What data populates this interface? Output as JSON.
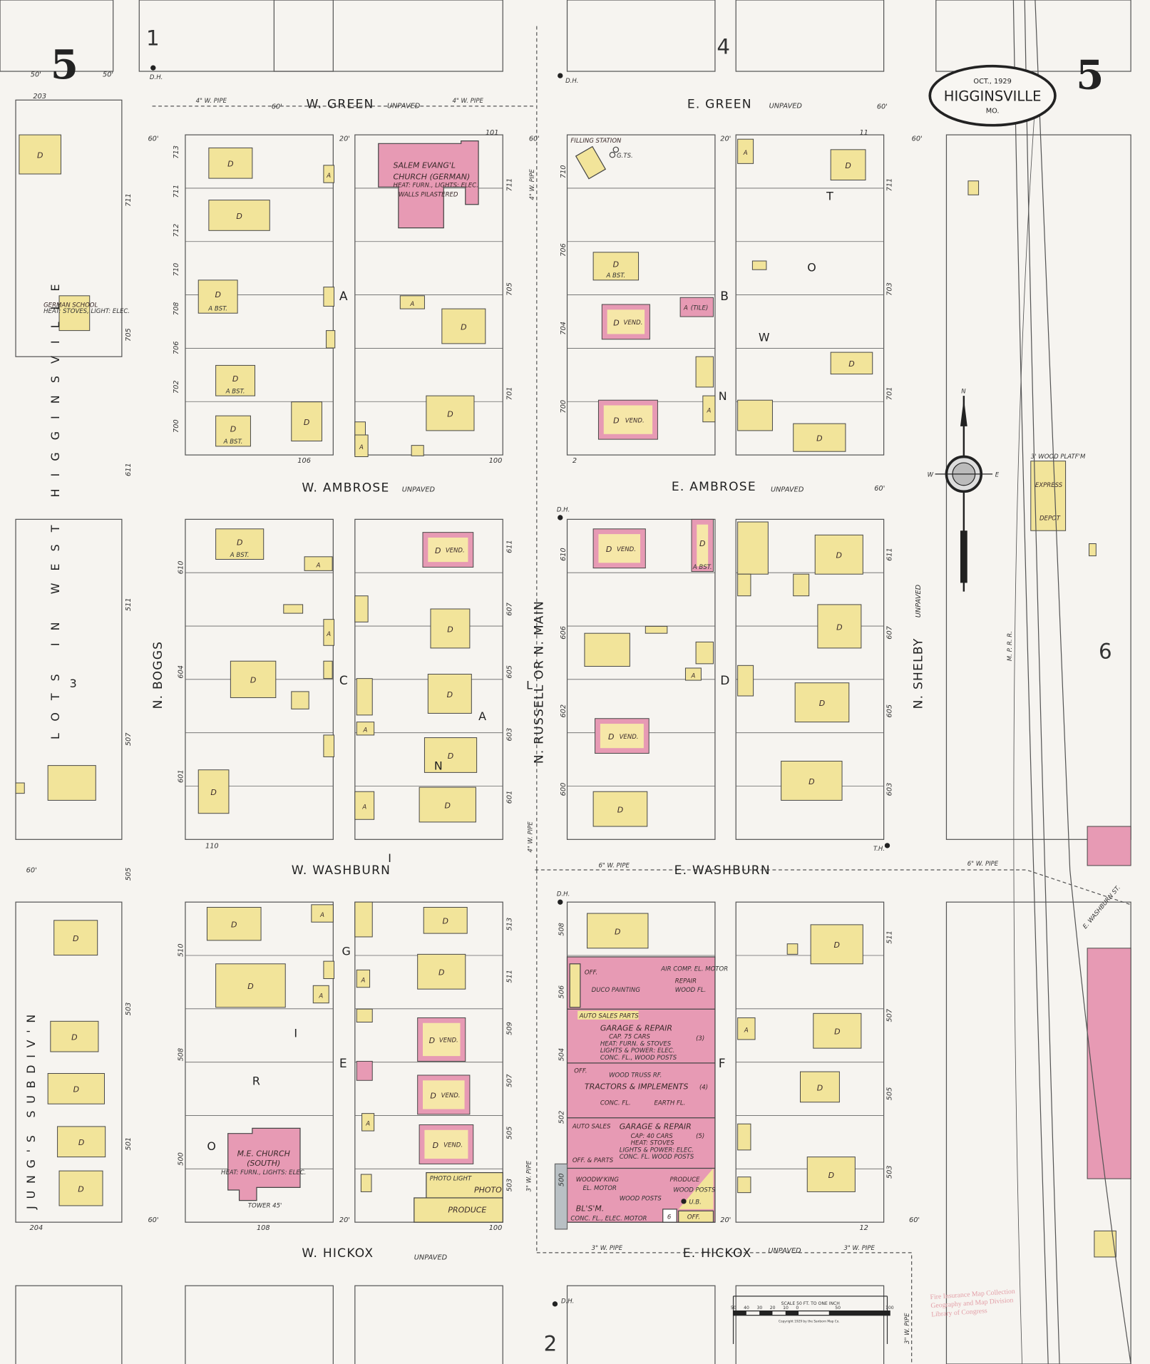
{
  "title_cartouche": {
    "date": "OCT., 1929",
    "town": "HIGGINSVILLE",
    "state": "MO."
  },
  "sheet_number": "5",
  "adjoining_sheets": {
    "top_left": "1",
    "top_center": "4",
    "right": "6",
    "bottom": "2"
  },
  "streets": {
    "w_green": "W. GREEN",
    "e_green": "E. GREEN",
    "w_ambrose": "W. AMBROSE",
    "e_ambrose": "E. AMBROSE",
    "w_washburn": "W. WASHBURN",
    "e_washburn": "E. WASHBURN",
    "w_hickox": "W. HICKOX",
    "e_hickox": "E. HICKOX",
    "n_boggs": "N. BOGGS",
    "n_russell": "N. RUSSELL OR N. MAIN",
    "n_shelby": "N. SHELBY",
    "e_washburn_st": "E. WASHBURN ST.",
    "unpaved": "UNPAVED"
  },
  "railroad": "M. P. R. R.",
  "areas": {
    "west_higginsville": "LOTS IN WEST HIGGINSVILLE",
    "west_higginsville_block": "3",
    "jungs_subdiv": "JUNG'S SUBDIV'N",
    "original_town_west": [
      "O",
      "R",
      "I",
      "G",
      "I",
      "N",
      "A",
      "L"
    ],
    "original_town_east": [
      "T",
      "O",
      "W",
      "N"
    ]
  },
  "blocks": [
    "A",
    "B",
    "C",
    "D",
    "E",
    "F"
  ],
  "water_pipes": {
    "four_inch": "4\" W. PIPE",
    "six_inch": "6\" W. PIPE",
    "three_inch": "3\" W. PIPE"
  },
  "hydrants": {
    "dh": "D.H.",
    "th": "T.H."
  },
  "widths": {
    "sixty": "60'",
    "fifty": "50'",
    "twenty": "20'"
  },
  "marks": {
    "dwelling": "D",
    "auto": "A",
    "vend": "VEND.",
    "basement": "A BST.",
    "tile": "(TILE)"
  },
  "buildings": {
    "salem_church": {
      "name1": "SALEM EVANG'L",
      "name2": "CHURCH (GERMAN)",
      "note1": "HEAT: FURN., LIGHTS: ELEC.",
      "note2": "WALLS PILASTERED"
    },
    "german_school": {
      "name": "GERMAN SCHOOL",
      "note": "HEAT: STOVES, LIGHT: ELEC."
    },
    "filling_station": {
      "name": "FILLING STATION",
      "tanks": "G.TS."
    },
    "me_church": {
      "name1": "M.E. CHURCH",
      "name2": "(SOUTH)",
      "note": "HEAT: FURN., LIGHTS: ELEC.",
      "tower": "TOWER 45'"
    },
    "express_depot": {
      "platform": "3' WOOD PLATF'M",
      "name1": "EXPRESS",
      "name2": "DEPOT"
    },
    "photo": {
      "name": "PHOTO",
      "light": "PHOTO LIGHT"
    },
    "produce_w": "PRODUCE",
    "garage1": {
      "off": "OFF.",
      "painting": "DUCO PAINTING",
      "auto_sales": "AUTO SALES",
      "parts": "PARTS",
      "name": "GARAGE & REPAIR",
      "cap": "CAP. 75 CARS",
      "heat": "HEAT: FURN. & STOVES",
      "lights": "LIGHTS & POWER: ELEC.",
      "floor": "CONC. FL., WOOD POSTS",
      "air": "AIR COMP. EL. MOTOR",
      "repair": "REPAIR",
      "repair_fl": "WOOD FL.",
      "num": "(3)"
    },
    "tractors": {
      "off": "OFF.",
      "roof": "WOOD TRUSS RF.",
      "name": "TRACTORS & IMPLEMENTS",
      "conc": "CONC. FL.",
      "earth": "EARTH FL.",
      "num": "(4)"
    },
    "garage2": {
      "auto_sales": "AUTO SALES",
      "name": "GARAGE & REPAIR",
      "cap": "CAP: 40 CARS",
      "heat": "HEAT: STOVES",
      "lights": "LIGHTS & POWER: ELEC.",
      "floor": "CONC. FL. WOOD POSTS",
      "off_parts": "OFF. & PARTS",
      "num": "(5)"
    },
    "woodworking": {
      "name": "WOODW'KING",
      "motor": "EL. MOTOR",
      "posts": "WOOD POSTS",
      "blsm": "BL'S'M.",
      "floor": "CONC. FL., ELEC. MOTOR"
    },
    "produce_e": {
      "name": "PRODUCE",
      "posts": "WOOD POSTS",
      "ub": "U.B.",
      "off": "OFF.",
      "num": "6"
    }
  },
  "house_numbers": {
    "a_left": [
      "713",
      "711",
      "712",
      "710",
      "708",
      "706",
      "702",
      "700"
    ],
    "a_right": [
      "711",
      "705",
      "701"
    ],
    "b_left": [
      "710",
      "706",
      "704",
      "700"
    ],
    "b_right": [
      "711",
      "703",
      "701"
    ],
    "c_left": [
      "610",
      "604",
      "601"
    ],
    "c_right": [
      "611",
      "607",
      "605",
      "603",
      "601"
    ],
    "d_left": [
      "610",
      "606",
      "602",
      "600"
    ],
    "d_right": [
      "611",
      "607",
      "605",
      "603"
    ],
    "e_left": [
      "510",
      "508",
      "500"
    ],
    "e_right": [
      "513",
      "511",
      "509",
      "507",
      "505",
      "503"
    ],
    "f_left": [
      "508",
      "506",
      "504",
      "502",
      "500"
    ],
    "f_right": [
      "511",
      "507",
      "505",
      "503"
    ],
    "w_col": [
      "711",
      "705",
      "611",
      "511",
      "507",
      "505",
      "503",
      "501"
    ],
    "block_corners": [
      "101",
      "106",
      "100",
      "110",
      "108",
      "100",
      "203",
      "204",
      "2",
      "11",
      "12"
    ]
  },
  "scale": {
    "title": "SCALE 50 FT. TO ONE INCH",
    "ticks": [
      "50",
      "40",
      "30",
      "20",
      "10",
      "0",
      "50",
      "100"
    ],
    "copyright": "Copyright 1929 by the Sanborn Map Co."
  },
  "collection_stamp": [
    "Fire Insurance Map Collection",
    "Geography and Map Division",
    "Library of Congress"
  ],
  "compass": {
    "n": "N",
    "w": "W",
    "e": "E"
  },
  "colors": {
    "brick": "#e79ab4",
    "frame": "#f2e49a",
    "stone_concrete": "#b9c0c4",
    "paper": "#f6f4f0"
  }
}
